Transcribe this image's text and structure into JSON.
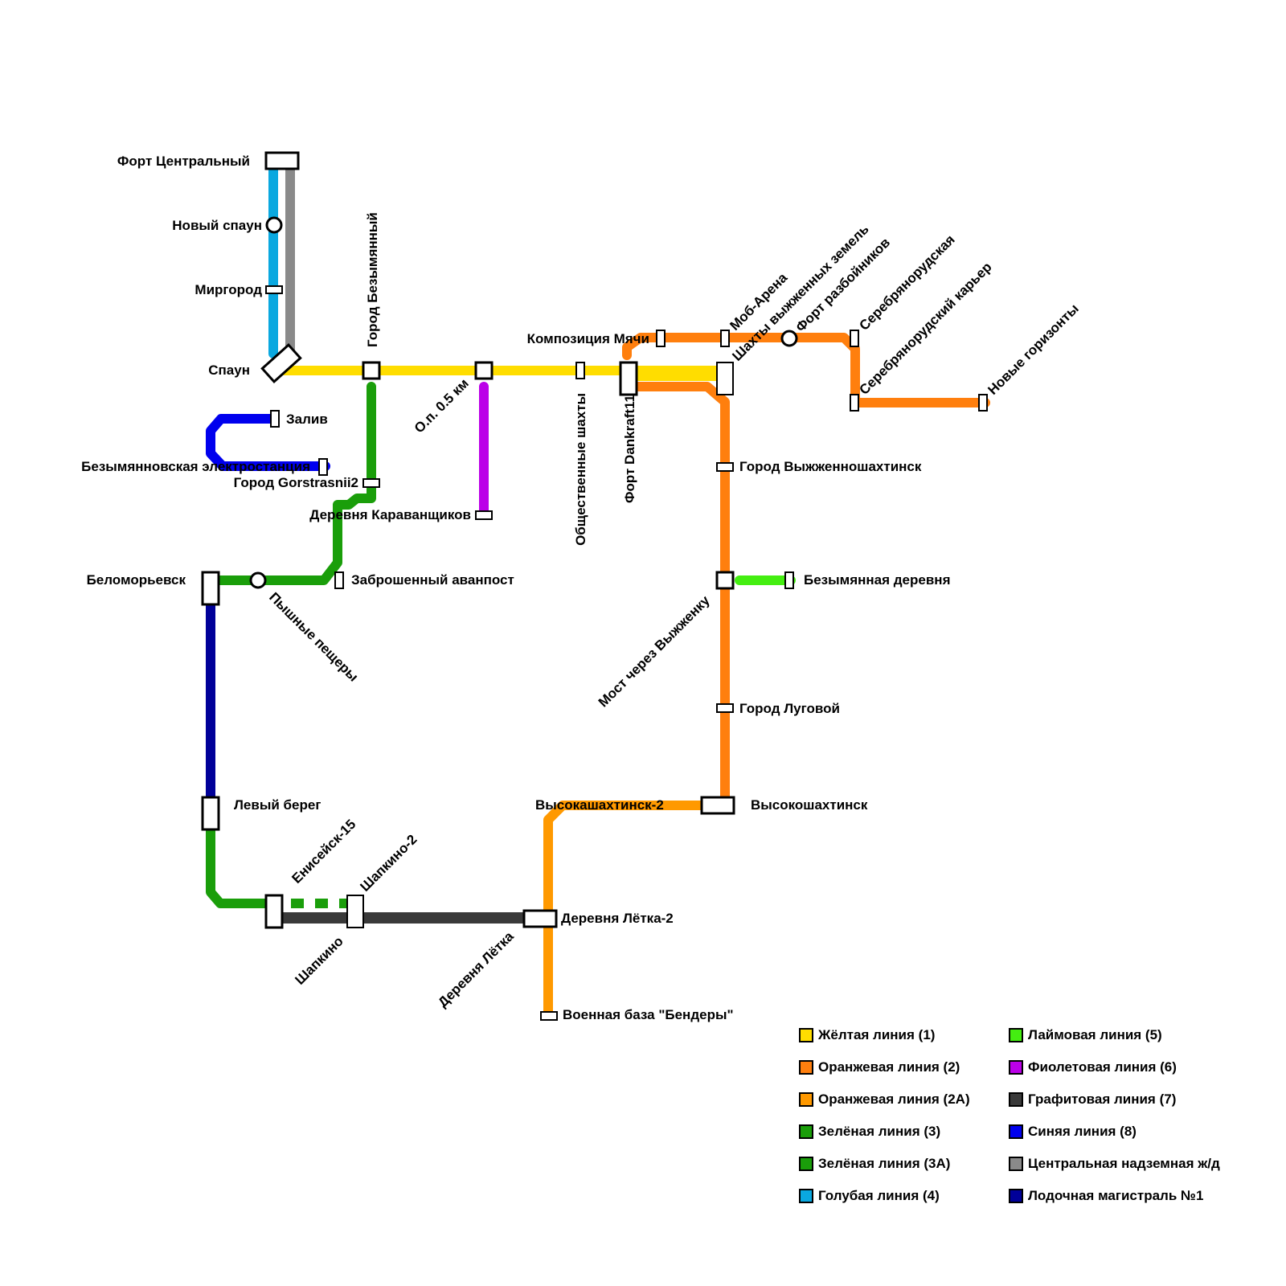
{
  "colors": {
    "yellow": "#ffdd00",
    "orange": "#ff7f0e",
    "orange2a": "#ff9900",
    "green": "#1a9e0a",
    "green3a": "#1a9e0a",
    "cyan": "#0aa8e0",
    "lime": "#44ee11",
    "violet": "#bb00e8",
    "graphite": "#3a3a3a",
    "blue": "#0000ee",
    "gray": "#8a8a8a",
    "navy": "#000099"
  },
  "stations": {
    "fort_central": "Форт Центральный",
    "new_spawn": "Новый спаун",
    "mirgorod": "Миргород",
    "spawn": "Спаун",
    "city_nameless": "Город Безымянный",
    "op_05": "О.п. 0.5 км",
    "public_mines": "Общественные шахты",
    "fort_dankraft": "Форт Dankraft11",
    "music_comp": "Композиция Мячи",
    "mob_arena": "Моб-Арена",
    "burnt_lands_mines": "Шахты выжженных земель",
    "robbers_fort": "Форт разбойников",
    "silver_ore": "Серебрянорудская",
    "silver_quarry": "Серебрянорудский карьер",
    "new_horizons": "Новые горизонты",
    "bay": "Залив",
    "power_station": "Безымянновская электростанция",
    "gorstrasnii": "Город Gorstrasnii2",
    "caravan_village": "Деревня Караванщиков",
    "burnt_mines_city": "Город Выжженношахтинск",
    "nameless_village": "Безымянная деревня",
    "bridge": "Мост через Выжженку",
    "meadow_city": "Город Луговой",
    "belomorievsk": "Беломорьевск",
    "lush_caves": "Пышные пещеры",
    "abandoned_outpost": "Заброшенный аванпост",
    "left_bank": "Левый берег",
    "enisey": "Енисейск-15",
    "shapkino2": "Шапкино-2",
    "shapkino": "Шапкино",
    "letka_village": "Деревня Лётка",
    "letka2": "Деревня Лётка-2",
    "military_base": "Военная база \"Бендеры\"",
    "vysokashakht2": "Высокашахтинск-2",
    "vysokoshakht": "Высокошахтинск"
  },
  "legend": [
    {
      "label": "Жёлтая линия (1)",
      "color": "#ffdd00"
    },
    {
      "label": "Оранжевая линия (2)",
      "color": "#ff7f0e"
    },
    {
      "label": "Оранжевая линия (2А)",
      "color": "#ff9900"
    },
    {
      "label": "Зелёная линия (3)",
      "color": "#1a9e0a"
    },
    {
      "label": "Зелёная линия (3А)",
      "color": "#1a9e0a"
    },
    {
      "label": "Голубая линия (4)",
      "color": "#0aa8e0"
    },
    {
      "label": "Лаймовая линия (5)",
      "color": "#44ee11"
    },
    {
      "label": "Фиолетовая линия (6)",
      "color": "#bb00e8"
    },
    {
      "label": "Графитовая линия (7)",
      "color": "#3a3a3a"
    },
    {
      "label": "Синяя линия (8)",
      "color": "#0000ee"
    },
    {
      "label": "Центральная надземная ж/д",
      "color": "#8a8a8a"
    },
    {
      "label": "Лодочная магистраль №1",
      "color": "#000099"
    }
  ]
}
